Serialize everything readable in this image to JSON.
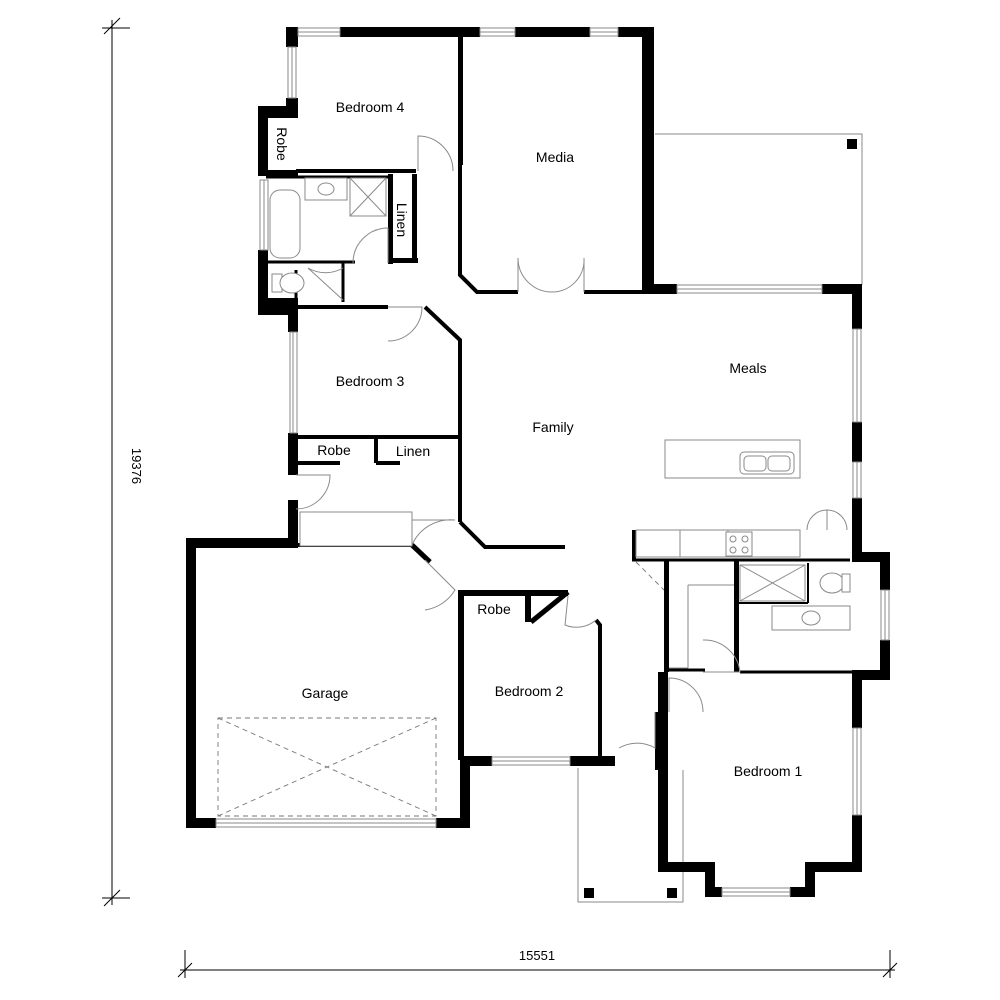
{
  "rooms": {
    "bedroom4": "Bedroom 4",
    "robe_bed4": "Robe",
    "linen_bath": "Linen",
    "media": "Media",
    "meals": "Meals",
    "bedroom3": "Bedroom 3",
    "robe_bed3": "Robe",
    "linen_hall": "Linen",
    "family": "Family",
    "garage": "Garage",
    "robe_bed2": "Robe",
    "bedroom2": "Bedroom 2",
    "bedroom1": "Bedroom 1"
  },
  "dimensions": {
    "height": "19376",
    "width": "15551"
  },
  "colors": {
    "wall": "#000000",
    "fixture": "#8a8a8a",
    "background": "#ffffff"
  }
}
